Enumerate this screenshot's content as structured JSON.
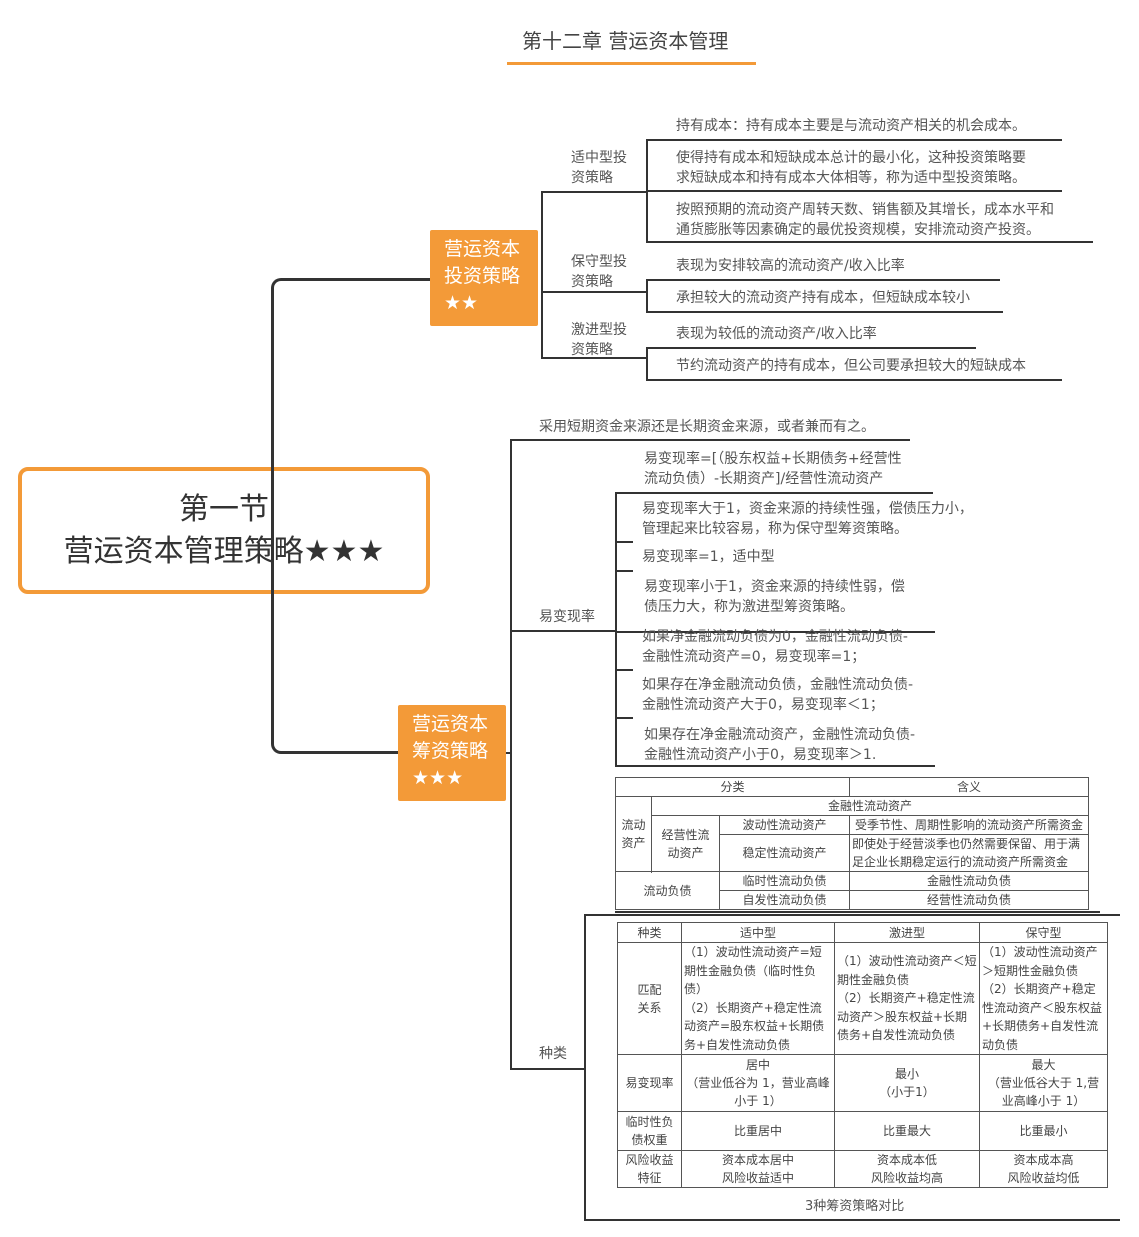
{
  "title": "第十二章 营运资本管理",
  "root": {
    "line1": "第一节",
    "line2": "营运资本管理策略★★★"
  },
  "invest": {
    "label": "营运资本\n投资策略\n★★",
    "moderate": {
      "label": "适中型投\n资策略",
      "items": [
        "持有成本：持有成本主要是与流动资产相关的机会成本。",
        "使得持有成本和短缺成本总计的最小化，这种投资策略要\n求短缺成本和持有成本大体相等，称为适中型投资策略。",
        "按照预期的流动资产周转天数、销售额及其增长，成本水平和\n通货膨胀等因素确定的最优投资规模，安排流动资产投资。"
      ]
    },
    "conservative": {
      "label": "保守型投\n资策略",
      "items": [
        "表现为安排较高的流动资产/收入比率",
        "承担较大的流动资产持有成本，但短缺成本较小"
      ]
    },
    "aggressive": {
      "label": "激进型投\n资策略",
      "items": [
        "表现为较低的流动资产/收入比率",
        "节约流动资产的持有成本，但公司要承担较大的短缺成本"
      ]
    }
  },
  "finance": {
    "label": "营运资本\n筹资策略\n★★★",
    "intro": "采用短期资金来源还是长期资金来源，或者兼而有之。",
    "ratio": {
      "label": "易变现率",
      "items": [
        "易变现率=[（股东权益+长期债务+经营性\n流动负债）-长期资产]/经营性流动资产",
        "易变现率大于1，资金来源的持续性强，偿债压力小，\n管理起来比较容易，称为保守型筹资策略。",
        "易变现率=1，适中型",
        "易变现率小于1，资金来源的持续性弱，偿\n债压力大，称为激进型筹资策略。",
        "如果净金融流动负债为0，金融性流动负债-\n金融性流动资产=0，易变现率=1；",
        "如果存在净金融流动负债，金融性流动负债-\n金融性流动资产大于0，易变现率＜1；",
        "如果存在净金融流动资产，金融性流动负债-\n金融性流动资产小于0，易变现率＞1."
      ]
    },
    "types_label": "种类",
    "table1": {
      "h1": "分类",
      "h2": "含义",
      "current_assets": "流动\n资产",
      "financial_ca": "金融性流动资产",
      "operating_ca": "经营性流\n动资产",
      "fluct": "波动性流动资产",
      "fluct_m": "受季节性、周期性影响的流动资产所需资金",
      "stable": "稳定性流动资产",
      "stable_m": "即使处于经营淡季也仍然需要保留、用于满\n足企业长期稳定运行的流动资产所需资金",
      "cl": "流动负债",
      "temp": "临时性流动负债",
      "temp_m": "金融性流动负债",
      "spont": "自发性流动负债",
      "spont_m": "经营性流动负债"
    },
    "table2": {
      "headers": [
        "种类",
        "适中型",
        "激进型",
        "保守型"
      ],
      "rows": [
        {
          "h": "匹配\n关系",
          "c": [
            "（1）波动性流动资产=短期性金融负债（临时性负债）\n（2）长期资产+稳定性流动资产=股东权益+长期债务+自发性流动负债",
            "（1）波动性流动资产＜短期性金融负债\n（2）长期资产+稳定性流动资产＞股东权益+长期债务+自发性流动负债",
            "（1）波动性流动资产＞短期性金融负债\n（2）长期资产+稳定性流动资产＜股东权益+长期债务+自发性流动负债"
          ]
        },
        {
          "h": "易变现率",
          "c": [
            "居中\n（营业低谷为 1，营业高峰小于 1）",
            "最小\n（小于1）",
            "最大\n（营业低谷大于 1,营业高峰小于 1）"
          ]
        },
        {
          "h": "临时性负\n债权重",
          "c": [
            "比重居中",
            "比重最大",
            "比重最小"
          ]
        },
        {
          "h": "风险收益\n特征",
          "c": [
            "资本成本居中\n风险收益适中",
            "资本成本低\n风险收益均高",
            "资本成本高\n风险收益均低"
          ]
        }
      ],
      "caption": "3种筹资策略对比"
    }
  },
  "colors": {
    "accent": "#f39a38",
    "line": "#333333"
  }
}
